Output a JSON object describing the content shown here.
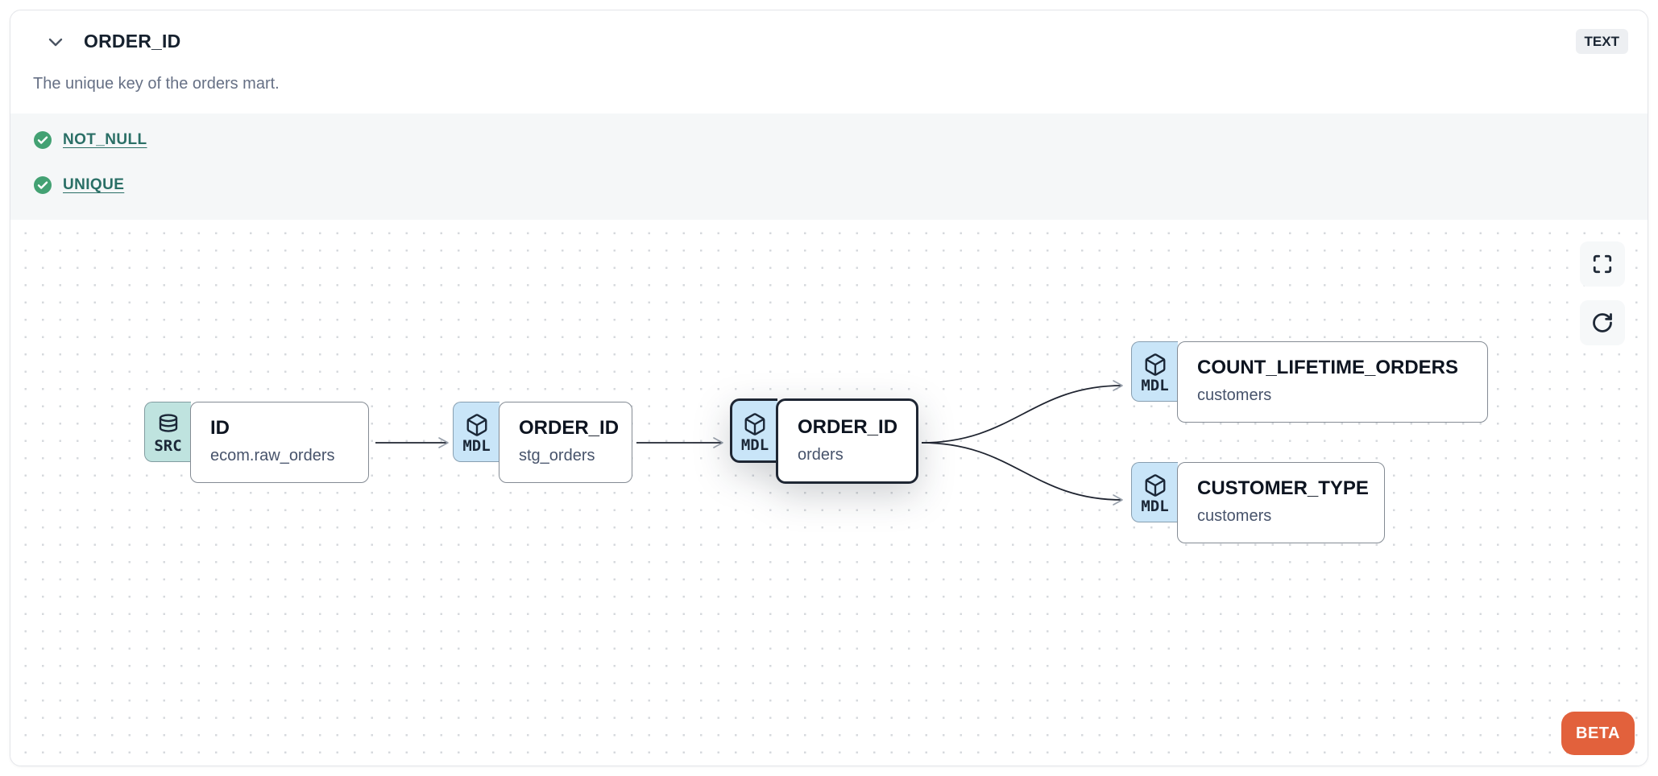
{
  "header": {
    "title": "ORDER_ID",
    "type_badge": "TEXT",
    "description": "The unique key of the orders mart."
  },
  "tests": [
    {
      "label": "NOT_NULL",
      "status": "pass"
    },
    {
      "label": "UNIQUE",
      "status": "pass"
    }
  ],
  "lineage": {
    "nodes": [
      {
        "badge": "SRC",
        "icon": "database-icon",
        "title": "ID",
        "subtitle": "ecom.raw_orders",
        "selected": false
      },
      {
        "badge": "MDL",
        "icon": "cube-icon",
        "title": "ORDER_ID",
        "subtitle": "stg_orders",
        "selected": false
      },
      {
        "badge": "MDL",
        "icon": "cube-icon",
        "title": "ORDER_ID",
        "subtitle": "orders",
        "selected": true
      },
      {
        "badge": "MDL",
        "icon": "cube-icon",
        "title": "COUNT_LIFETIME_ORDERS",
        "subtitle": "customers",
        "selected": false
      },
      {
        "badge": "MDL",
        "icon": "cube-icon",
        "title": "CUSTOMER_TYPE",
        "subtitle": "customers",
        "selected": false
      }
    ],
    "edges": [
      {
        "from": "ecom.raw_orders.ID",
        "to": "stg_orders.ORDER_ID"
      },
      {
        "from": "stg_orders.ORDER_ID",
        "to": "orders.ORDER_ID"
      },
      {
        "from": "orders.ORDER_ID",
        "to": "customers.COUNT_LIFETIME_ORDERS"
      },
      {
        "from": "orders.ORDER_ID",
        "to": "customers.CUSTOMER_TYPE"
      }
    ],
    "beta_label": "BETA"
  },
  "colors": {
    "src_badge": "#bfe3df",
    "mdl_badge": "#c9e5f8",
    "beta": "#e2613c",
    "test_pass": "#43a173",
    "link": "#2a6f66"
  }
}
